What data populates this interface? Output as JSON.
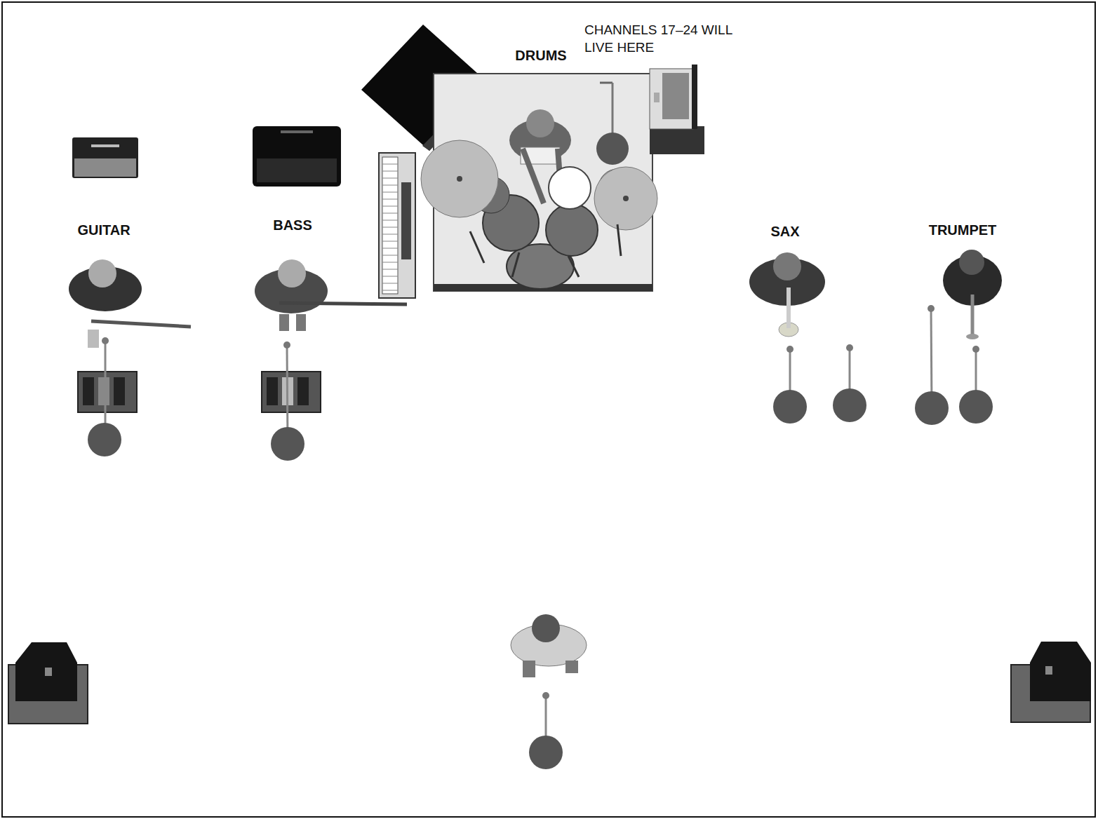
{
  "diagram": {
    "labels": [
      "DRUMS",
      "CHANNELS 17–24 WILL LIVE HERE",
      "GUITAR",
      "BASS",
      "SAX",
      "TRUMPET"
    ]
  }
}
